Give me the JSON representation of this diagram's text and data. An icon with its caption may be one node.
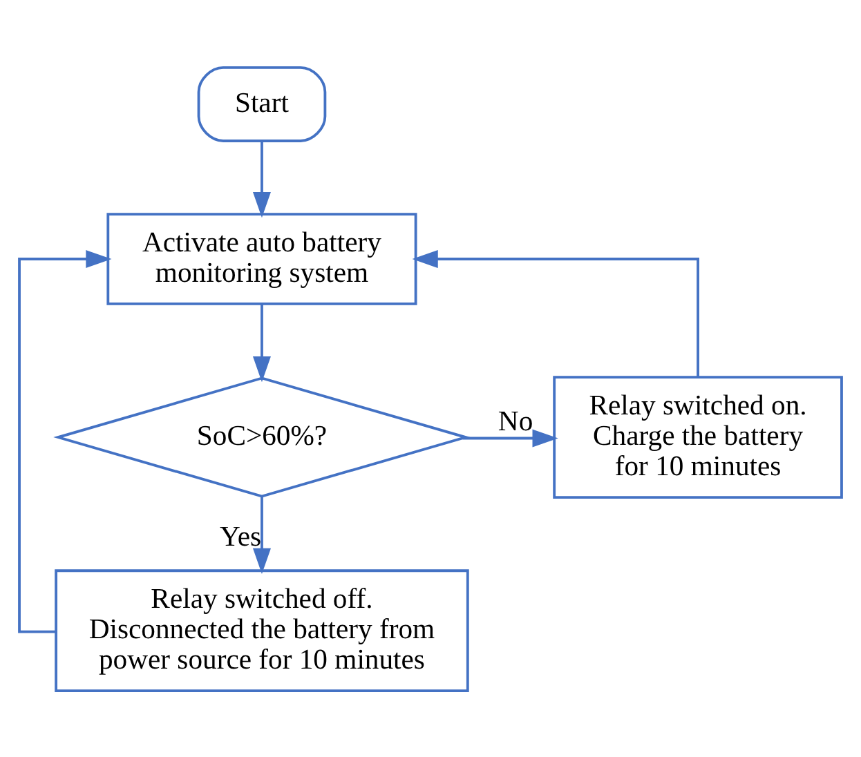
{
  "diagram": {
    "nodes": [
      {
        "text": [
          "Start"
        ]
      },
      {
        "text": [
          "Activate auto battery monitoring system"
        ]
      },
      {
        "text": [
          "SoC>60%?"
        ]
      },
      {
        "text": [
          "Relay switched on. Charge the battery for 10 minutes"
        ]
      },
      {
        "text": [
          "Relay switched off. Disconnected the battery from power source for 10 minutes"
        ]
      }
    ],
    "edges": [
      {
        "from": 0,
        "to": 1,
        "arrow": "to"
      },
      {
        "from": 1,
        "to": 2,
        "arrow": "to"
      },
      {
        "from": 2,
        "to": 3,
        "arrow": "to",
        "label": "No"
      },
      {
        "from": 3,
        "to": 1,
        "arrow": "to"
      },
      {
        "from": 2,
        "to": 4,
        "arrow": "to",
        "label": "Yes"
      },
      {
        "from": 4,
        "to": 1,
        "arrow": "to"
      }
    ]
  }
}
